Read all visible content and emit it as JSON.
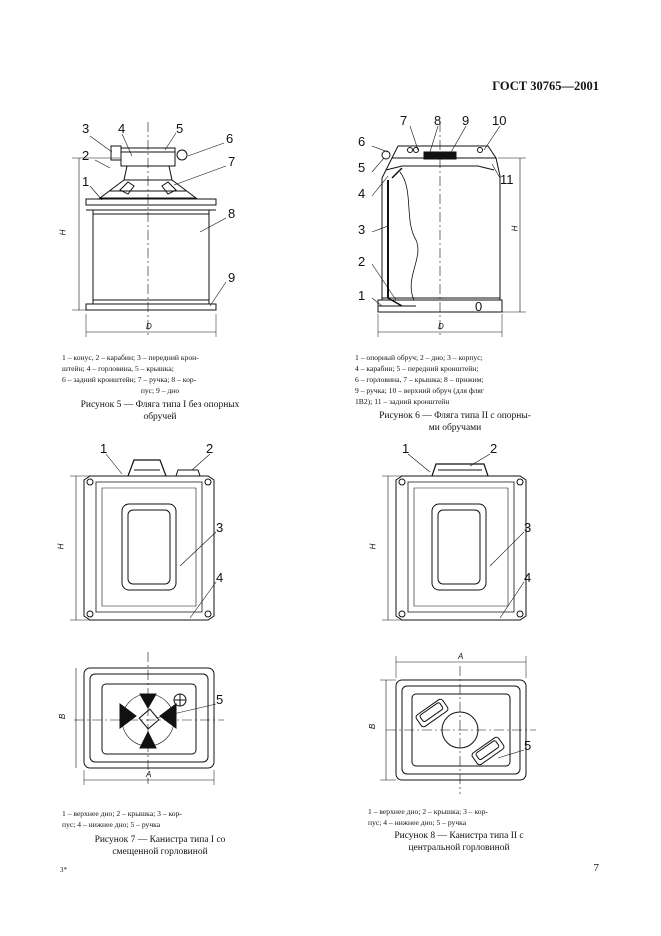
{
  "header": {
    "standard": "ГОСТ 30765—2001"
  },
  "fig5": {
    "labels": [
      "1",
      "2",
      "3",
      "4",
      "5",
      "6",
      "7",
      "8",
      "9"
    ],
    "dims": {
      "H": "H",
      "D": "D"
    },
    "legend": [
      "1 – конус, 2 – карабин; 3 – передний крон-",
      "штейн;     4 – горловина,     5 – крышка;",
      "6 – задний кронштейн; 7 – ручка; 8 – кор-",
      "пус; 9 – дно"
    ],
    "caption": [
      "Рисунок 5 — Фляга типа I без опорных",
      "обручей"
    ]
  },
  "fig6": {
    "labels": [
      "1",
      "2",
      "3",
      "4",
      "5",
      "6",
      "7",
      "8",
      "9",
      "10",
      "11"
    ],
    "body_mark": "0",
    "dims": {
      "H": "H",
      "D": "D"
    },
    "legend": [
      "1 – опорный обруч; 2 – дно; 3 – корпус;",
      "4 – карабин;    5 – передний   кронштейн;",
      "6 – горловина, 7 – крышка; 8 – прижим;",
      "9 – ручка; 10 – верхний обруч (для фляг",
      "1В2); 11 – задний кронштейн"
    ],
    "caption": [
      "Рисунок 6 — Фляга типа II с опорны-",
      "ми обручами"
    ]
  },
  "fig7": {
    "labels": [
      "1",
      "2",
      "3",
      "4",
      "5"
    ],
    "dims": {
      "H": "H",
      "B": "B",
      "A": "A"
    },
    "legend": [
      "1 – верхнее дно; 2 – крышка; 3 – кор-",
      "пус; 4 – нижнее дно; 5 – ручка"
    ],
    "caption": [
      "Рисунок 7 — Канистра типа I со",
      "смещенной горловиной"
    ]
  },
  "fig8": {
    "labels": [
      "1",
      "2",
      "3",
      "4",
      "5"
    ],
    "dims": {
      "H": "H",
      "B": "B",
      "A": "A"
    },
    "legend": [
      "1 – верхнее дно; 2 – крышка; 3 – кор-",
      "пус; 4 – нижнее дно; 5 – ручка"
    ],
    "caption": [
      "Рисунок 8 — Канистра типа II с",
      "центральной горловиной"
    ]
  },
  "footer": {
    "sheet_mark": "3*",
    "page": "7"
  }
}
